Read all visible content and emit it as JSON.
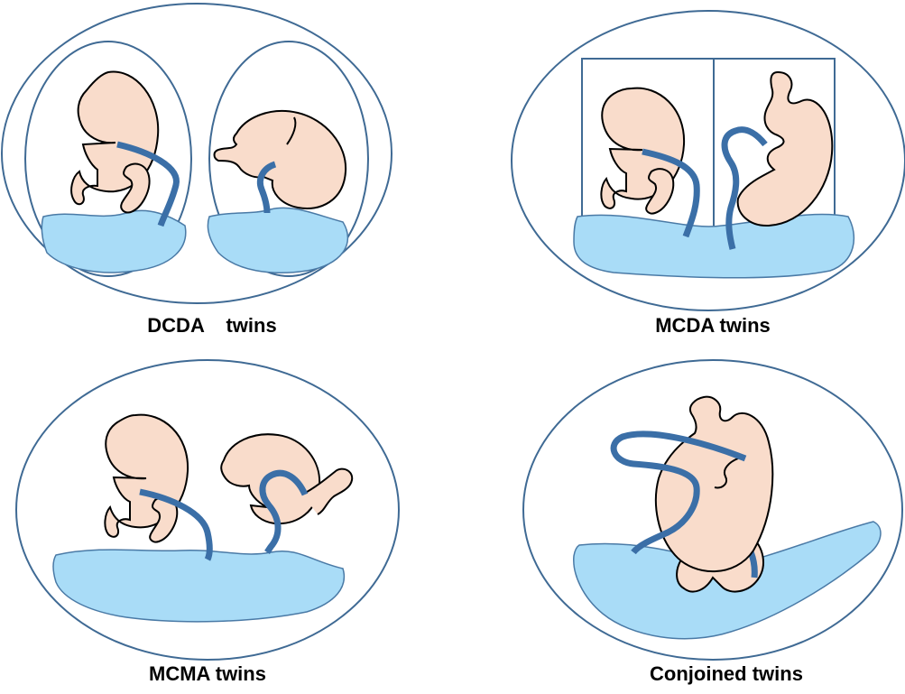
{
  "panels": [
    {
      "id": "dcda",
      "caption": "DCDA    twins"
    },
    {
      "id": "mcda",
      "caption": "MCDA twins"
    },
    {
      "id": "mcma",
      "caption": "MCMA twins"
    },
    {
      "id": "conjoined",
      "caption": "Conjoined twins"
    }
  ],
  "colors": {
    "membrane": "#3f6a94",
    "fetus_fill": "#f9dccb",
    "fetus_outline": "#000000",
    "placenta_fill": "#a9dcf7",
    "placenta_outline": "#4a7aa6",
    "cord": "#3b6fa7"
  }
}
